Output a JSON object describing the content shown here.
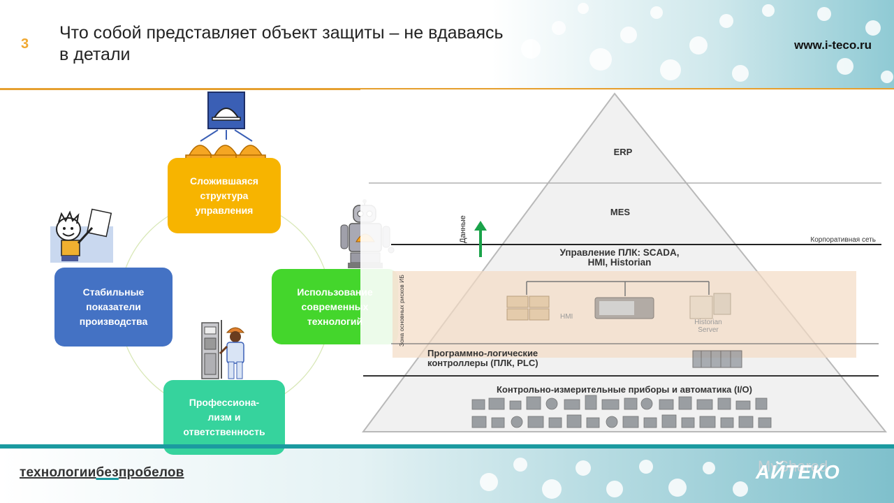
{
  "slide": {
    "number": "3",
    "title": "Что собой представляет объект защиты – не вдаваясь в детали",
    "url": "www.i-teco.ru"
  },
  "cycle": {
    "top": "Сложившаяся\nструктура\nуправления",
    "left": "Стабильные\nпоказатели\nпроизводства",
    "right": "Использование\nсовременных\nтехнологий",
    "bottom": "Профессиона-\nлизм и\nответственность"
  },
  "pyramid": {
    "erp": "ERP",
    "mes": "MES",
    "corp_net": "Корпоративная сеть",
    "data_arrow": "Данные",
    "scada_line1": "Управление ПЛК: SCADA,",
    "scada_line2": "HMI, Historian",
    "zone": "Зона основных рисков ИБ",
    "hmi": "HMI",
    "historian1": "Historian",
    "historian2": "Server",
    "plc_line1": "Программно-логические",
    "plc_line2": "контроллеры (ПЛК, PLC)",
    "io": "Контрольно-измерительные приборы и автоматика (I/O)"
  },
  "footer": {
    "part1": "технологии",
    "part2": "без",
    "part3": "пробелов",
    "logo": "АЙТЕКО",
    "watermark": "MyShared"
  },
  "colors": {
    "accent_rule": "#e6a030",
    "box_orange": "#f7b400",
    "box_blue": "#4472c4",
    "box_green": "#44d62c",
    "box_teal": "#36d39d",
    "zone_fill": "#f3dcc4"
  },
  "icons": [
    "hard-hat-icon",
    "worker-with-paper-icon",
    "robot-icon",
    "engineer-with-cabinet-icon",
    "monitor-icon",
    "server-icon"
  ]
}
